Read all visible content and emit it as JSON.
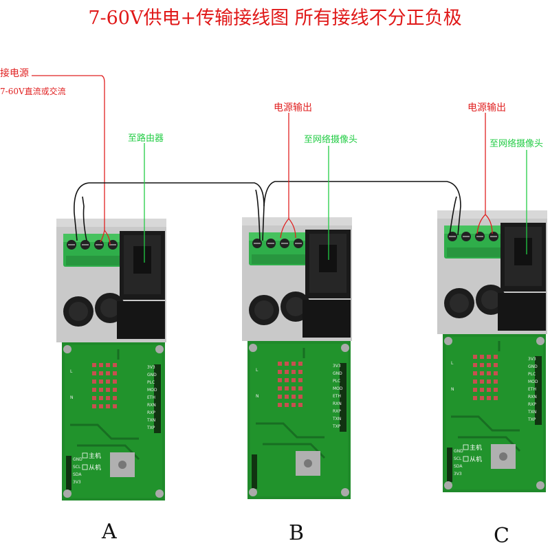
{
  "title": "7-60V供电+传输接线图 所有接线不分正负极",
  "power_input": {
    "line1": "接电源",
    "line2": "7-60V直流或交流"
  },
  "labels": {
    "router": "至路由器",
    "power_out_b": "电源输出",
    "camera_b": "至网络摄像头",
    "power_out_c": "电源输出",
    "camera_c": "至网络摄像头"
  },
  "boards": [
    {
      "id": "A",
      "letter": "A"
    },
    {
      "id": "B",
      "letter": "B"
    },
    {
      "id": "C",
      "letter": "C"
    }
  ],
  "board_text": {
    "pins_right": [
      "3V3",
      "GND",
      "PLC",
      "MOD",
      "ETH",
      "RXN",
      "RXP",
      "TXN",
      "TXP"
    ],
    "pins_left": [
      "GND",
      "SCL",
      "SDA",
      "3V3"
    ],
    "L": "L",
    "N": "N",
    "master": "主机",
    "slave": "从机"
  },
  "colors": {
    "red_label": "#e02020",
    "green_label": "#22cc44",
    "pcb_green": "#1f8a2a",
    "terminal_green": "#2fae4a"
  }
}
